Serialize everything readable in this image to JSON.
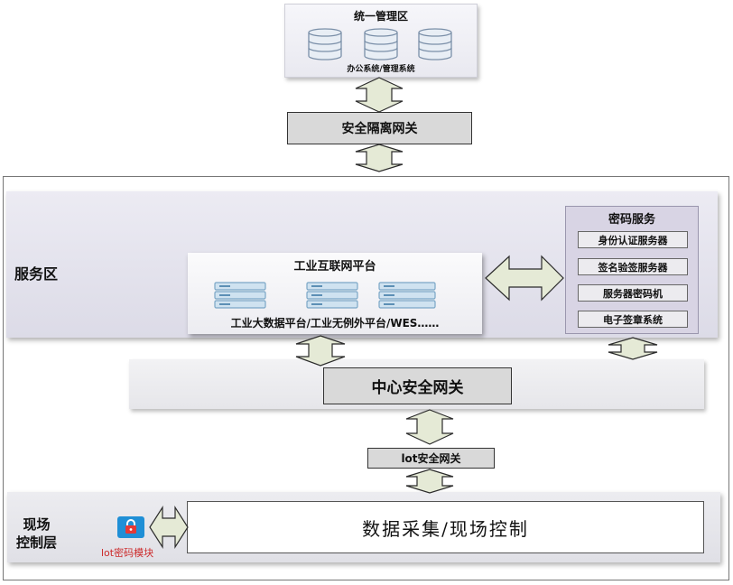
{
  "management": {
    "title": "统一管理区",
    "subtitle": "办公系统/管理系统",
    "icon": "database-icon"
  },
  "isolation_gateway": "安全隔离网关",
  "service_zone": {
    "label": "服务区",
    "platform": {
      "title": "工业互联网平台",
      "subtitle": "工业大数据平台/工业无例外平台/WES……",
      "icon": "server-rack-icon"
    },
    "crypto_service": {
      "title": "密码服务",
      "items": [
        "身份认证服务器",
        "签名验签服务器",
        "服务器密码机",
        "电子签章系统"
      ]
    }
  },
  "central_gateway": "中心安全网关",
  "iot_gateway": "lot安全网关",
  "field_layer": {
    "label_line1": "现场",
    "label_line2": "控制层",
    "module_label": "lot密码模块",
    "module_icon": "lock-icon",
    "collect_text": "数据采集/现场控制"
  },
  "colors": {
    "arrow_fill": "#e5ead6",
    "arrow_stroke": "#2b2b2b",
    "service_bg": "#e3e2ec",
    "crypto_bg": "#d8d4e4",
    "gateway_bg": "#d9d9d9",
    "server_icon": "#8fb8d4",
    "lock_badge": "#1f8fd6",
    "module_label": "#cc2a2a"
  }
}
